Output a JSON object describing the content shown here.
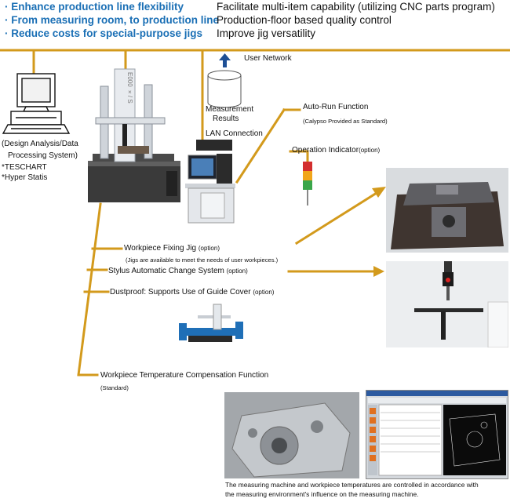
{
  "header": {
    "bullets_left": [
      "· Enhance production line flexibility",
      "· From measuring room, to production line",
      "· Reduce costs for special-purpose jigs"
    ],
    "bullets_right": [
      "Facilitate multi-item capability (utilizing CNC parts program)",
      "Production-floor based quality control",
      "Improve jig versatility"
    ]
  },
  "network": {
    "user_network": "User Network",
    "measurement_results": [
      "Measurement",
      "Results"
    ],
    "lan_connection": "LAN Connection"
  },
  "computer": {
    "label_lines": [
      "(Design Analysis/Data",
      "Processing System)"
    ],
    "software": [
      "*TESCHART",
      "*Hyper Statis"
    ]
  },
  "machine_branding": "E000 ×/ S",
  "features": {
    "auto_run": {
      "title": "Auto-Run Function",
      "note": "(Calypso Provided as Standard)"
    },
    "operation_indicator": {
      "title": "Operation Indicator",
      "option": "(option)"
    },
    "fixing_jig": {
      "title": "Workpiece Fixing Jig ",
      "option": "(option)",
      "note": "(Jigs are available to meet the needs of user workpieces.)"
    },
    "stylus": {
      "title": "Stylus Automatic Change System ",
      "option": "(option)"
    },
    "dustproof": {
      "title": "Dustproof: Supports Use of Guide Cover ",
      "option": "(option)"
    },
    "temperature": {
      "title": "Workpiece Temperature Compensation Function",
      "note": "(Standard)"
    }
  },
  "caption": [
    "The measuring machine and workpiece temperatures are controlled in accordance with",
    "the measuring environment's influence on the measuring machine."
  ],
  "colors": {
    "accent_line": "#d39a1c",
    "blue_text": "#1a6fb5",
    "arrow_blue": "#1d4f95"
  }
}
